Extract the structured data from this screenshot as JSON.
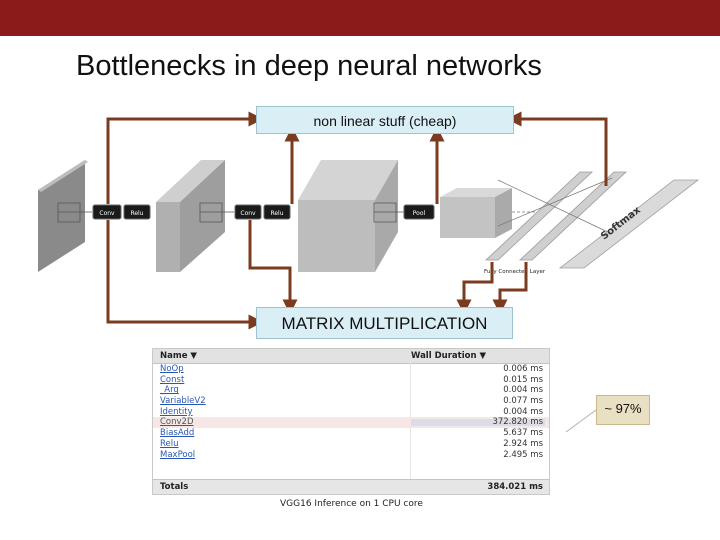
{
  "slide": {
    "title": "Bottlenecks in deep neural networks",
    "nonlinear_label": "non linear stuff (cheap)",
    "matrix_label": "MATRIX MULTIPLICATION",
    "percent_badge": "~ 97%",
    "caption": "VGG16 Inference on 1 CPU core"
  },
  "network": {
    "op_labels": [
      "Conv",
      "Relu",
      "Conv",
      "Relu",
      "Pool"
    ],
    "fc_label": "Fully Connected Layer",
    "softmax_label": "Softmax"
  },
  "colors": {
    "brand_bar": "#8b1a1a",
    "arrow": "#7a3b1e",
    "label_box_fill": "#d9eef5",
    "badge_fill": "#e9dfc2"
  },
  "table": {
    "header_name": "Name ▼",
    "header_duration": "Wall Duration ▼",
    "rows": [
      {
        "name": "NoOp",
        "duration": "0.006 ms"
      },
      {
        "name": "Const",
        "duration": "0.015 ms"
      },
      {
        "name": "_Arg",
        "duration": "0.004 ms"
      },
      {
        "name": "VariableV2",
        "duration": "0.077 ms"
      },
      {
        "name": "Identity",
        "duration": "0.004 ms"
      },
      {
        "name": "Conv2D",
        "duration": "372.820 ms"
      },
      {
        "name": "BiasAdd",
        "duration": "5.637 ms"
      },
      {
        "name": "Relu",
        "duration": "2.924 ms"
      },
      {
        "name": "MaxPool",
        "duration": "2.495 ms"
      }
    ],
    "total_label": "Totals",
    "total_value": "384.021 ms"
  }
}
